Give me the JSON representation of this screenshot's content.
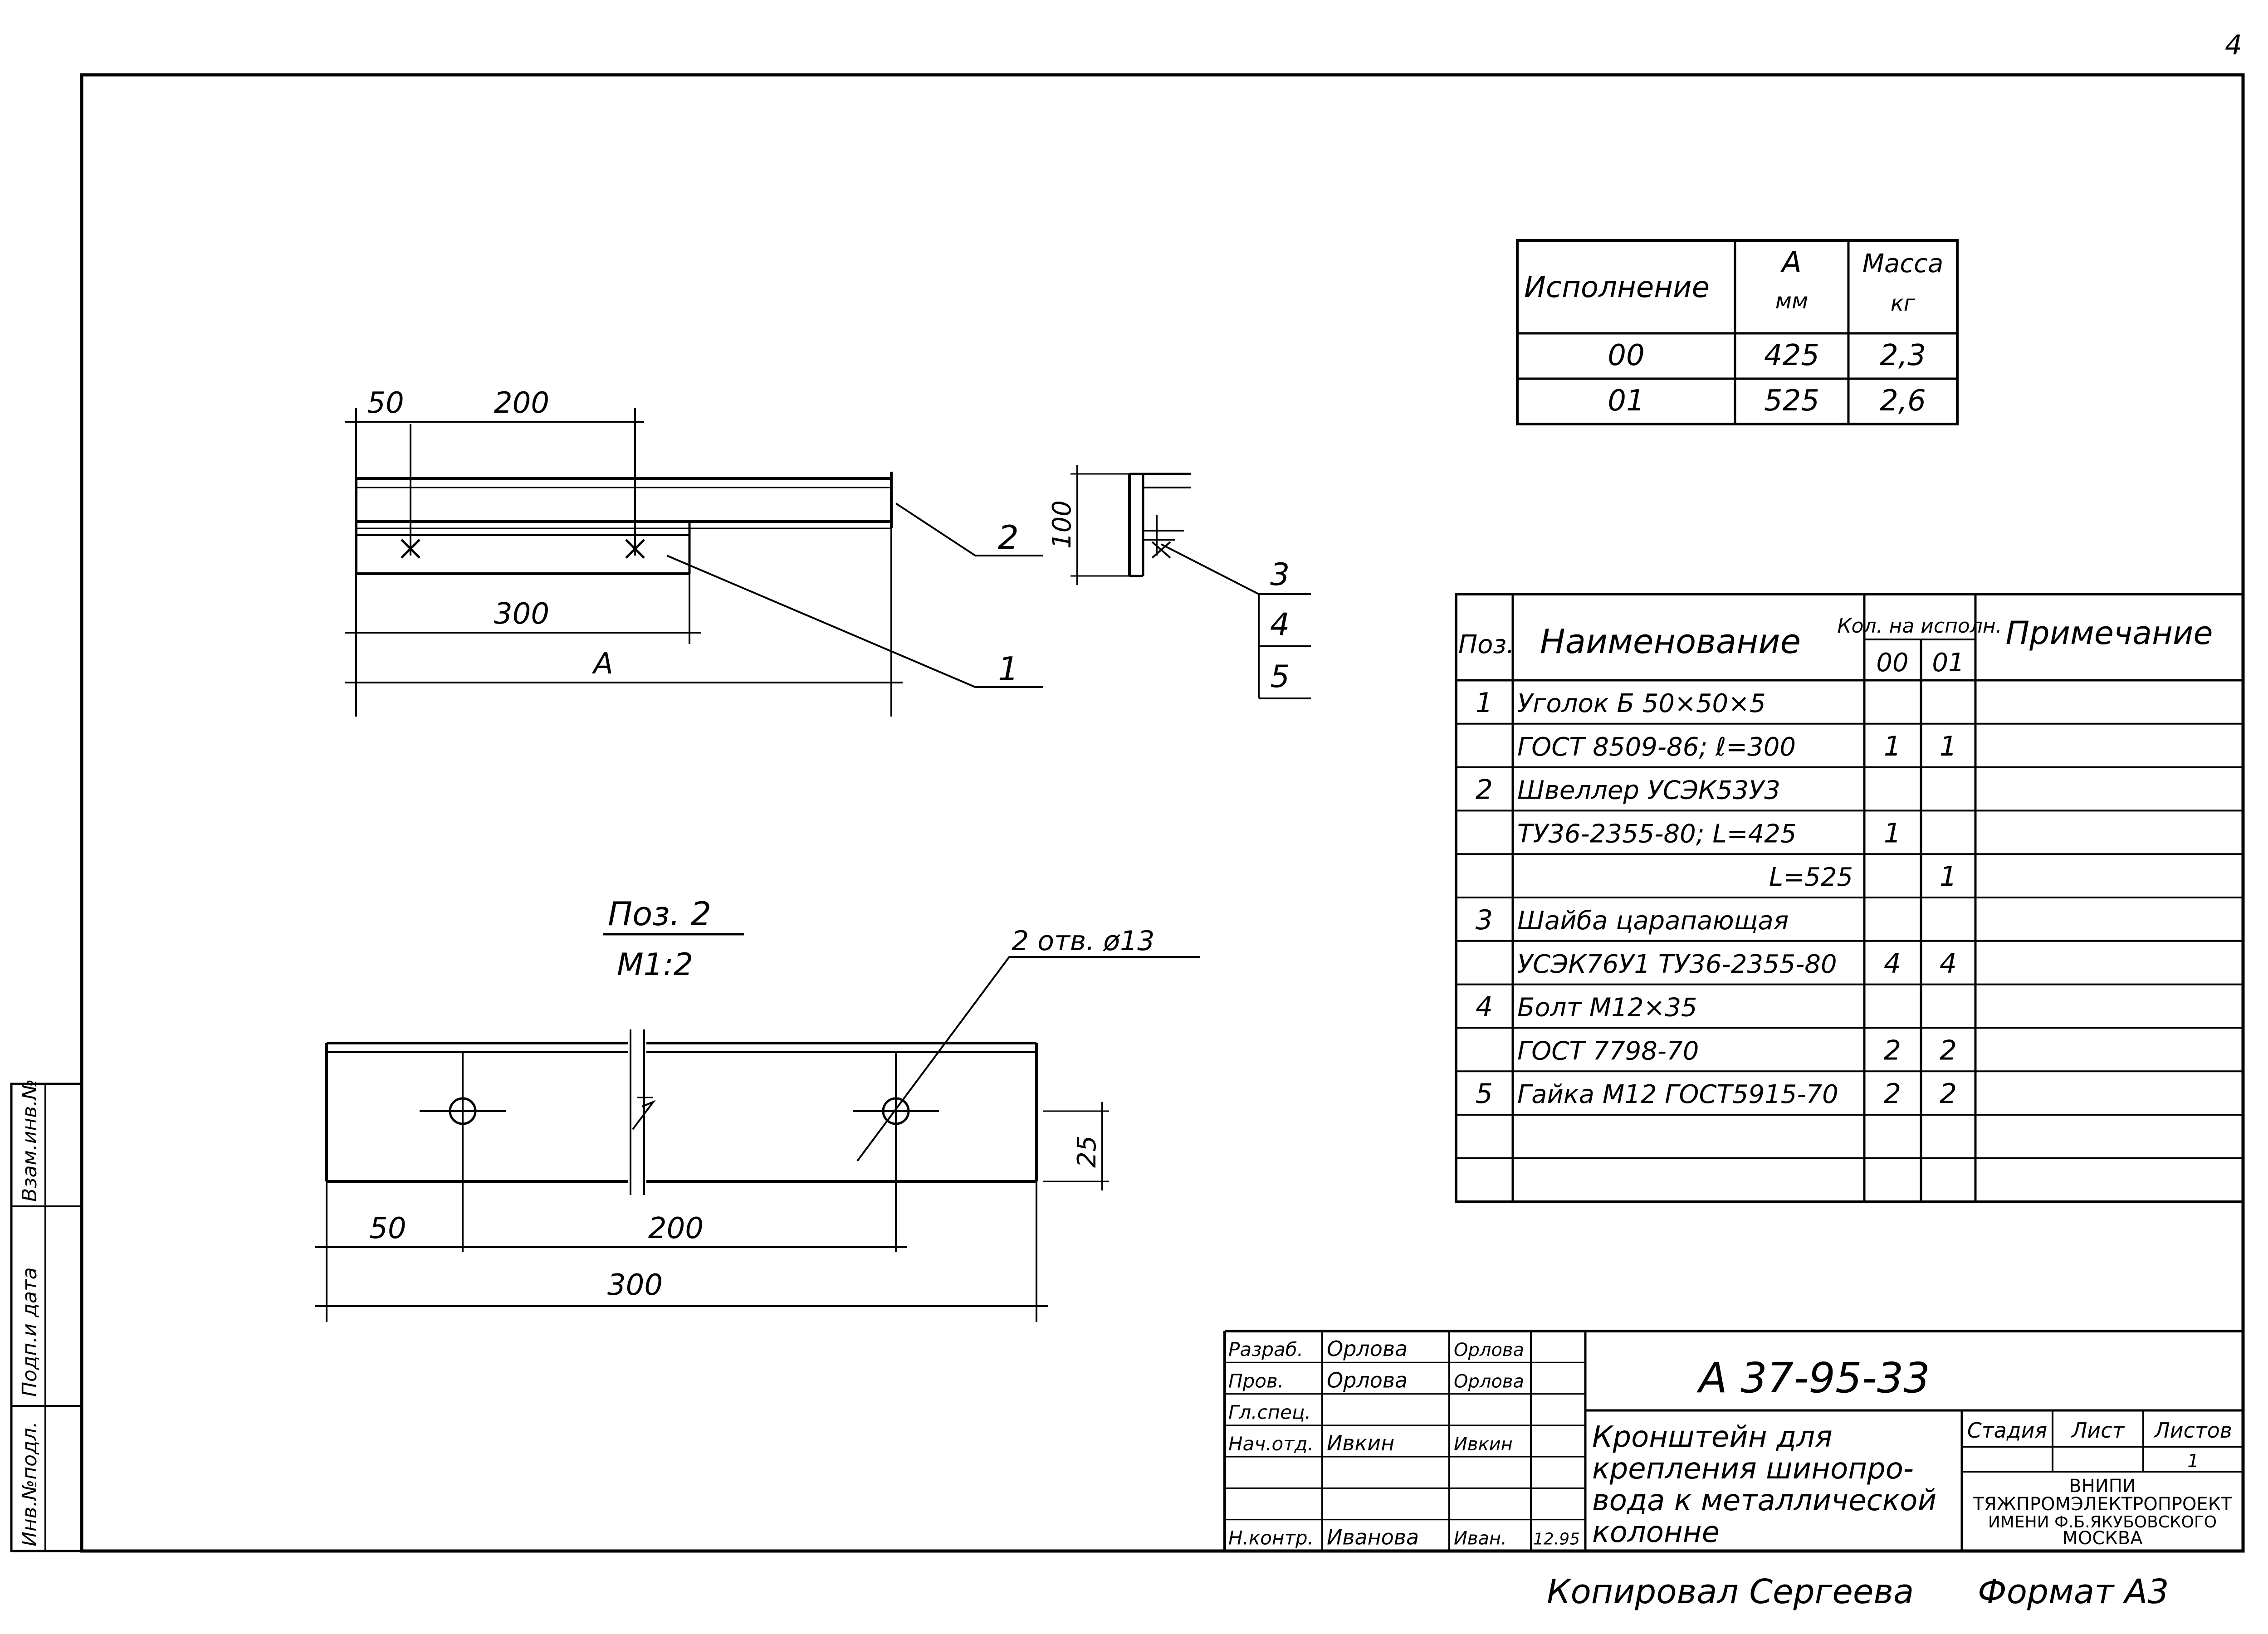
{
  "sheet": {
    "page_number": "4",
    "format_label": "Формат А3",
    "copied_label": "Копировал Сергеева"
  },
  "variants_table": {
    "headers": [
      "Исполнение",
      "А",
      "мм",
      "Масса",
      "кг"
    ],
    "rows": [
      {
        "variant": "00",
        "a": "425",
        "mass": "2,3"
      },
      {
        "variant": "01",
        "a": "525",
        "mass": "2,6"
      }
    ]
  },
  "top_view": {
    "dims": [
      "50",
      "200",
      "300",
      "A"
    ],
    "callouts": [
      "2",
      "1"
    ]
  },
  "side_view": {
    "dim": "100",
    "callouts": [
      "3",
      "4",
      "5"
    ]
  },
  "detail": {
    "title": "Поз. 2",
    "scale": "М1:2",
    "hole_note": "2 отв. ø13",
    "dims": [
      "50",
      "200",
      "300",
      "25"
    ]
  },
  "spec_table": {
    "headers": {
      "pos": "Поз.",
      "name": "Наименование",
      "qty": "Кол. на исполн.",
      "qty_00": "00",
      "qty_01": "01",
      "note": "Примечание"
    },
    "rows": [
      {
        "pos": "1",
        "name": "Уголок Б 50×50×5",
        "q00": "",
        "q01": ""
      },
      {
        "pos": "",
        "name": "ГОСТ 8509-86; ℓ=300",
        "q00": "1",
        "q01": "1"
      },
      {
        "pos": "2",
        "name": "Швеллер УСЭК53У3",
        "q00": "",
        "q01": ""
      },
      {
        "pos": "",
        "name": "ТУ36-2355-80; L=425",
        "q00": "1",
        "q01": ""
      },
      {
        "pos": "",
        "name": "L=525",
        "q00": "",
        "q01": "1"
      },
      {
        "pos": "3",
        "name": "Шайба царапающая",
        "q00": "",
        "q01": ""
      },
      {
        "pos": "",
        "name": "УСЭК76У1 ТУ36-2355-80",
        "q00": "4",
        "q01": "4"
      },
      {
        "pos": "4",
        "name": "Болт М12×35",
        "q00": "",
        "q01": ""
      },
      {
        "pos": "",
        "name": "ГОСТ 7798-70",
        "q00": "2",
        "q01": "2"
      },
      {
        "pos": "5",
        "name": "Гайка М12 ГОСТ5915-70",
        "q00": "2",
        "q01": "2"
      },
      {
        "pos": "",
        "name": "",
        "q00": "",
        "q01": ""
      },
      {
        "pos": "",
        "name": "",
        "q00": "",
        "q01": ""
      }
    ]
  },
  "title_block": {
    "doc_code": "А 37-95-33",
    "title_lines": [
      "Кронштейн для",
      "крепления шинопро-",
      "вода к металлической",
      "колонне"
    ],
    "stage_label": "Стадия",
    "sheet_label": "Лист",
    "sheets_label": "Листов",
    "sheets_value": "1",
    "org_lines": [
      "ВНИПИ",
      "ТЯЖПРОМЭЛЕКТРОПРОЕКТ",
      "ИМЕНИ Ф.Б.ЯКУБОВСКОГО",
      "МОСКВА"
    ],
    "signatures": [
      {
        "role": "Разраб.",
        "name": "Орлова",
        "sign": "Орлова"
      },
      {
        "role": "Пров.",
        "name": "Орлова",
        "sign": "Орлова"
      },
      {
        "role": "Гл.спец.",
        "name": "",
        "sign": ""
      },
      {
        "role": "Нач.отд.",
        "name": "Ивкин",
        "sign": "Ивкин"
      },
      {
        "role": "",
        "name": "",
        "sign": ""
      },
      {
        "role": "",
        "name": "",
        "sign": ""
      },
      {
        "role": "Н.контр.",
        "name": "Иванова",
        "sign": "Иван.",
        "date": "12.95"
      }
    ]
  },
  "side_stamp": [
    "Инв.№подл.",
    "Подп.и дата",
    "Взам.инв.№"
  ]
}
